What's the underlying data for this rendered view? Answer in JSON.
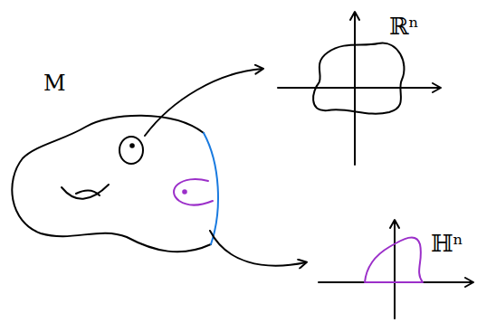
{
  "diagram": {
    "labels": [
      "M",
      "ℝⁿ",
      "ℍⁿ"
    ]
  }
}
